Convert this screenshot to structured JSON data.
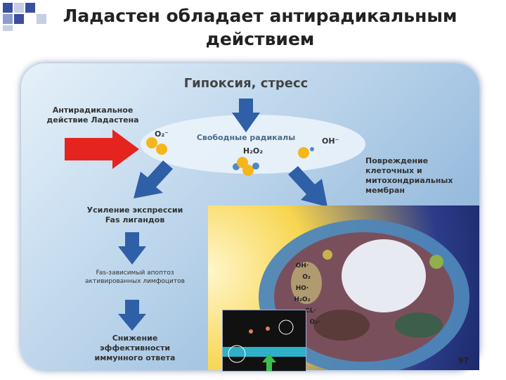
{
  "title": "Ладастен обладает антирадикальным действием",
  "diagram": {
    "top_label": "Гипоксия, стресс",
    "antiradical_label": "Антирадикальное действие Ладастена",
    "free_radicals_label": "Свободные радикалы",
    "o2_label": "O₂⁻",
    "oh_label": "OH⁻",
    "h2o2_label": "H₂O₂",
    "damage_label": "Повреждение клеточных и митохондриальных мембран",
    "fas_expression_label": "Усиление экспрессии Fas лигандов",
    "apoptosis_label": "Fas-зависимый апоптоз активированных лимфоцитов",
    "immune_label": "Снижение эффективности иммунного ответа",
    "radical_list": [
      "OH·",
      "O₂",
      "HO·",
      "H₂O₂",
      "CL·",
      "O₂·"
    ]
  },
  "colors": {
    "arrow_blue": "#2f5fa6",
    "red_arrow": "#e52420",
    "radical_yellow": "#f4b61b",
    "radical_blue": "#4f88c6"
  },
  "page_number": "97"
}
